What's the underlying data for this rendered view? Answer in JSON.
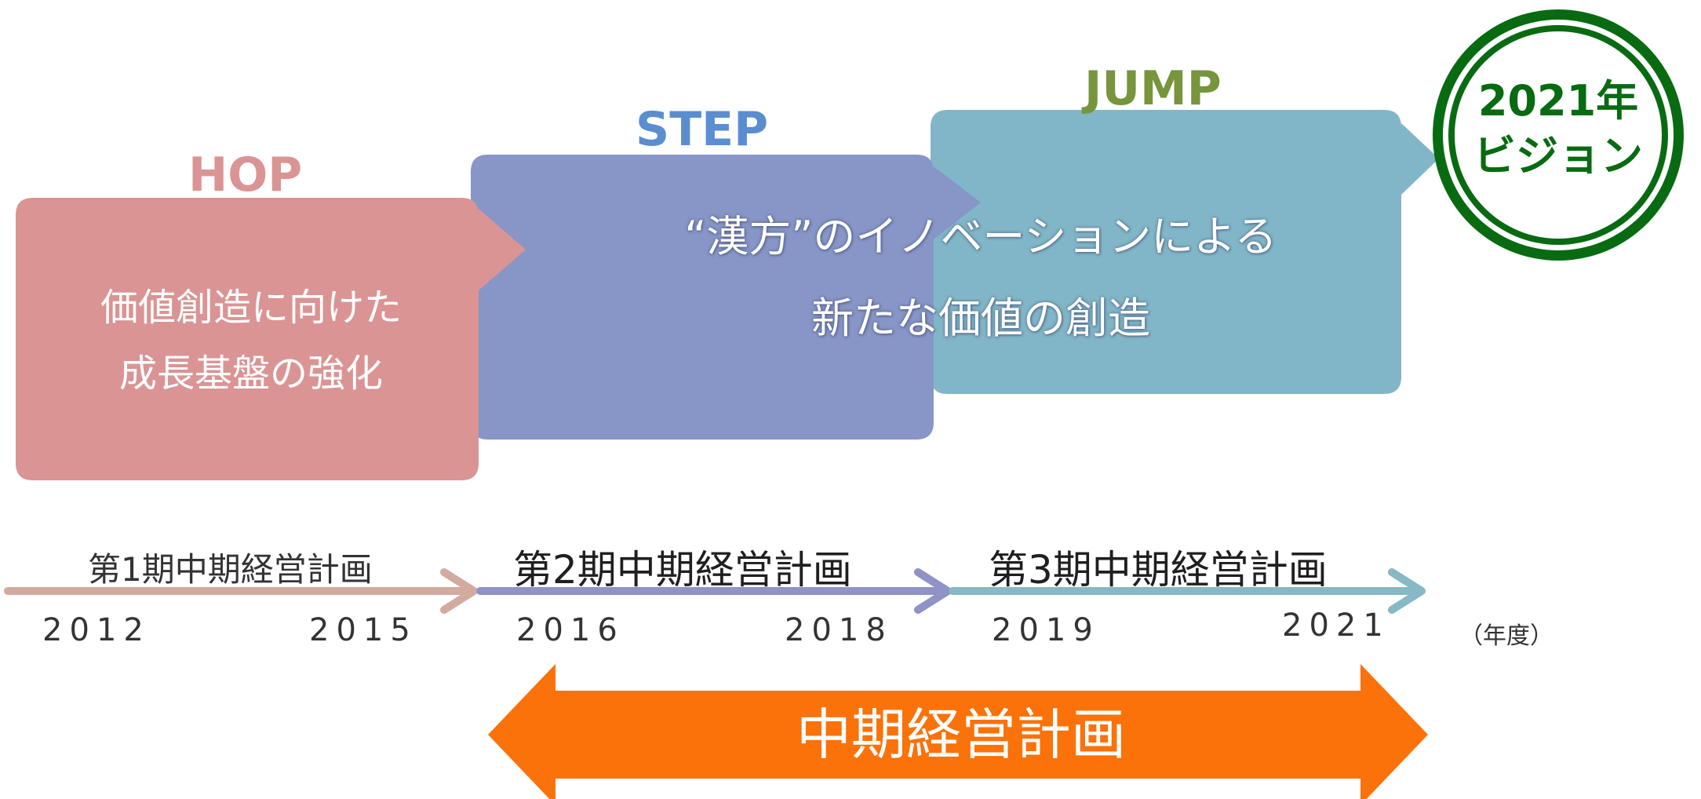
{
  "phases": {
    "hop": {
      "title": "HOP",
      "lines": [
        "価値創造に向けた",
        "成長基盤の強化"
      ]
    },
    "step": {
      "title": "STEP"
    },
    "jump": {
      "title": "JUMP"
    },
    "center_lines": [
      "“漢方”のイノベーションによる",
      "新たな価値の創造"
    ]
  },
  "vision": {
    "lines": [
      "2021年",
      "ビジョン"
    ]
  },
  "plans": {
    "plan1": "第1期中期経営計画",
    "plan2": "第2期中期経営計画",
    "plan3": "第3期中期経営計画"
  },
  "years": {
    "y2012": "2012",
    "y2015": "2015",
    "y2016": "2016",
    "y2018": "2018",
    "y2019": "2019",
    "y2021": "2021",
    "unit": "（年度）"
  },
  "midterm_label": "中期経営計画",
  "colors": {
    "hop": "#da9494",
    "step": "#8796c6",
    "jump": "#81b6c8",
    "hop_title": "#da9494",
    "step_title": "#5b8ed0",
    "jump_title": "#77953d",
    "vision": "#086b11",
    "arrow1": "#d3aaa0",
    "arrow2": "#8f93c6",
    "arrow3": "#86b8c6",
    "midterm": "#fa7209"
  }
}
